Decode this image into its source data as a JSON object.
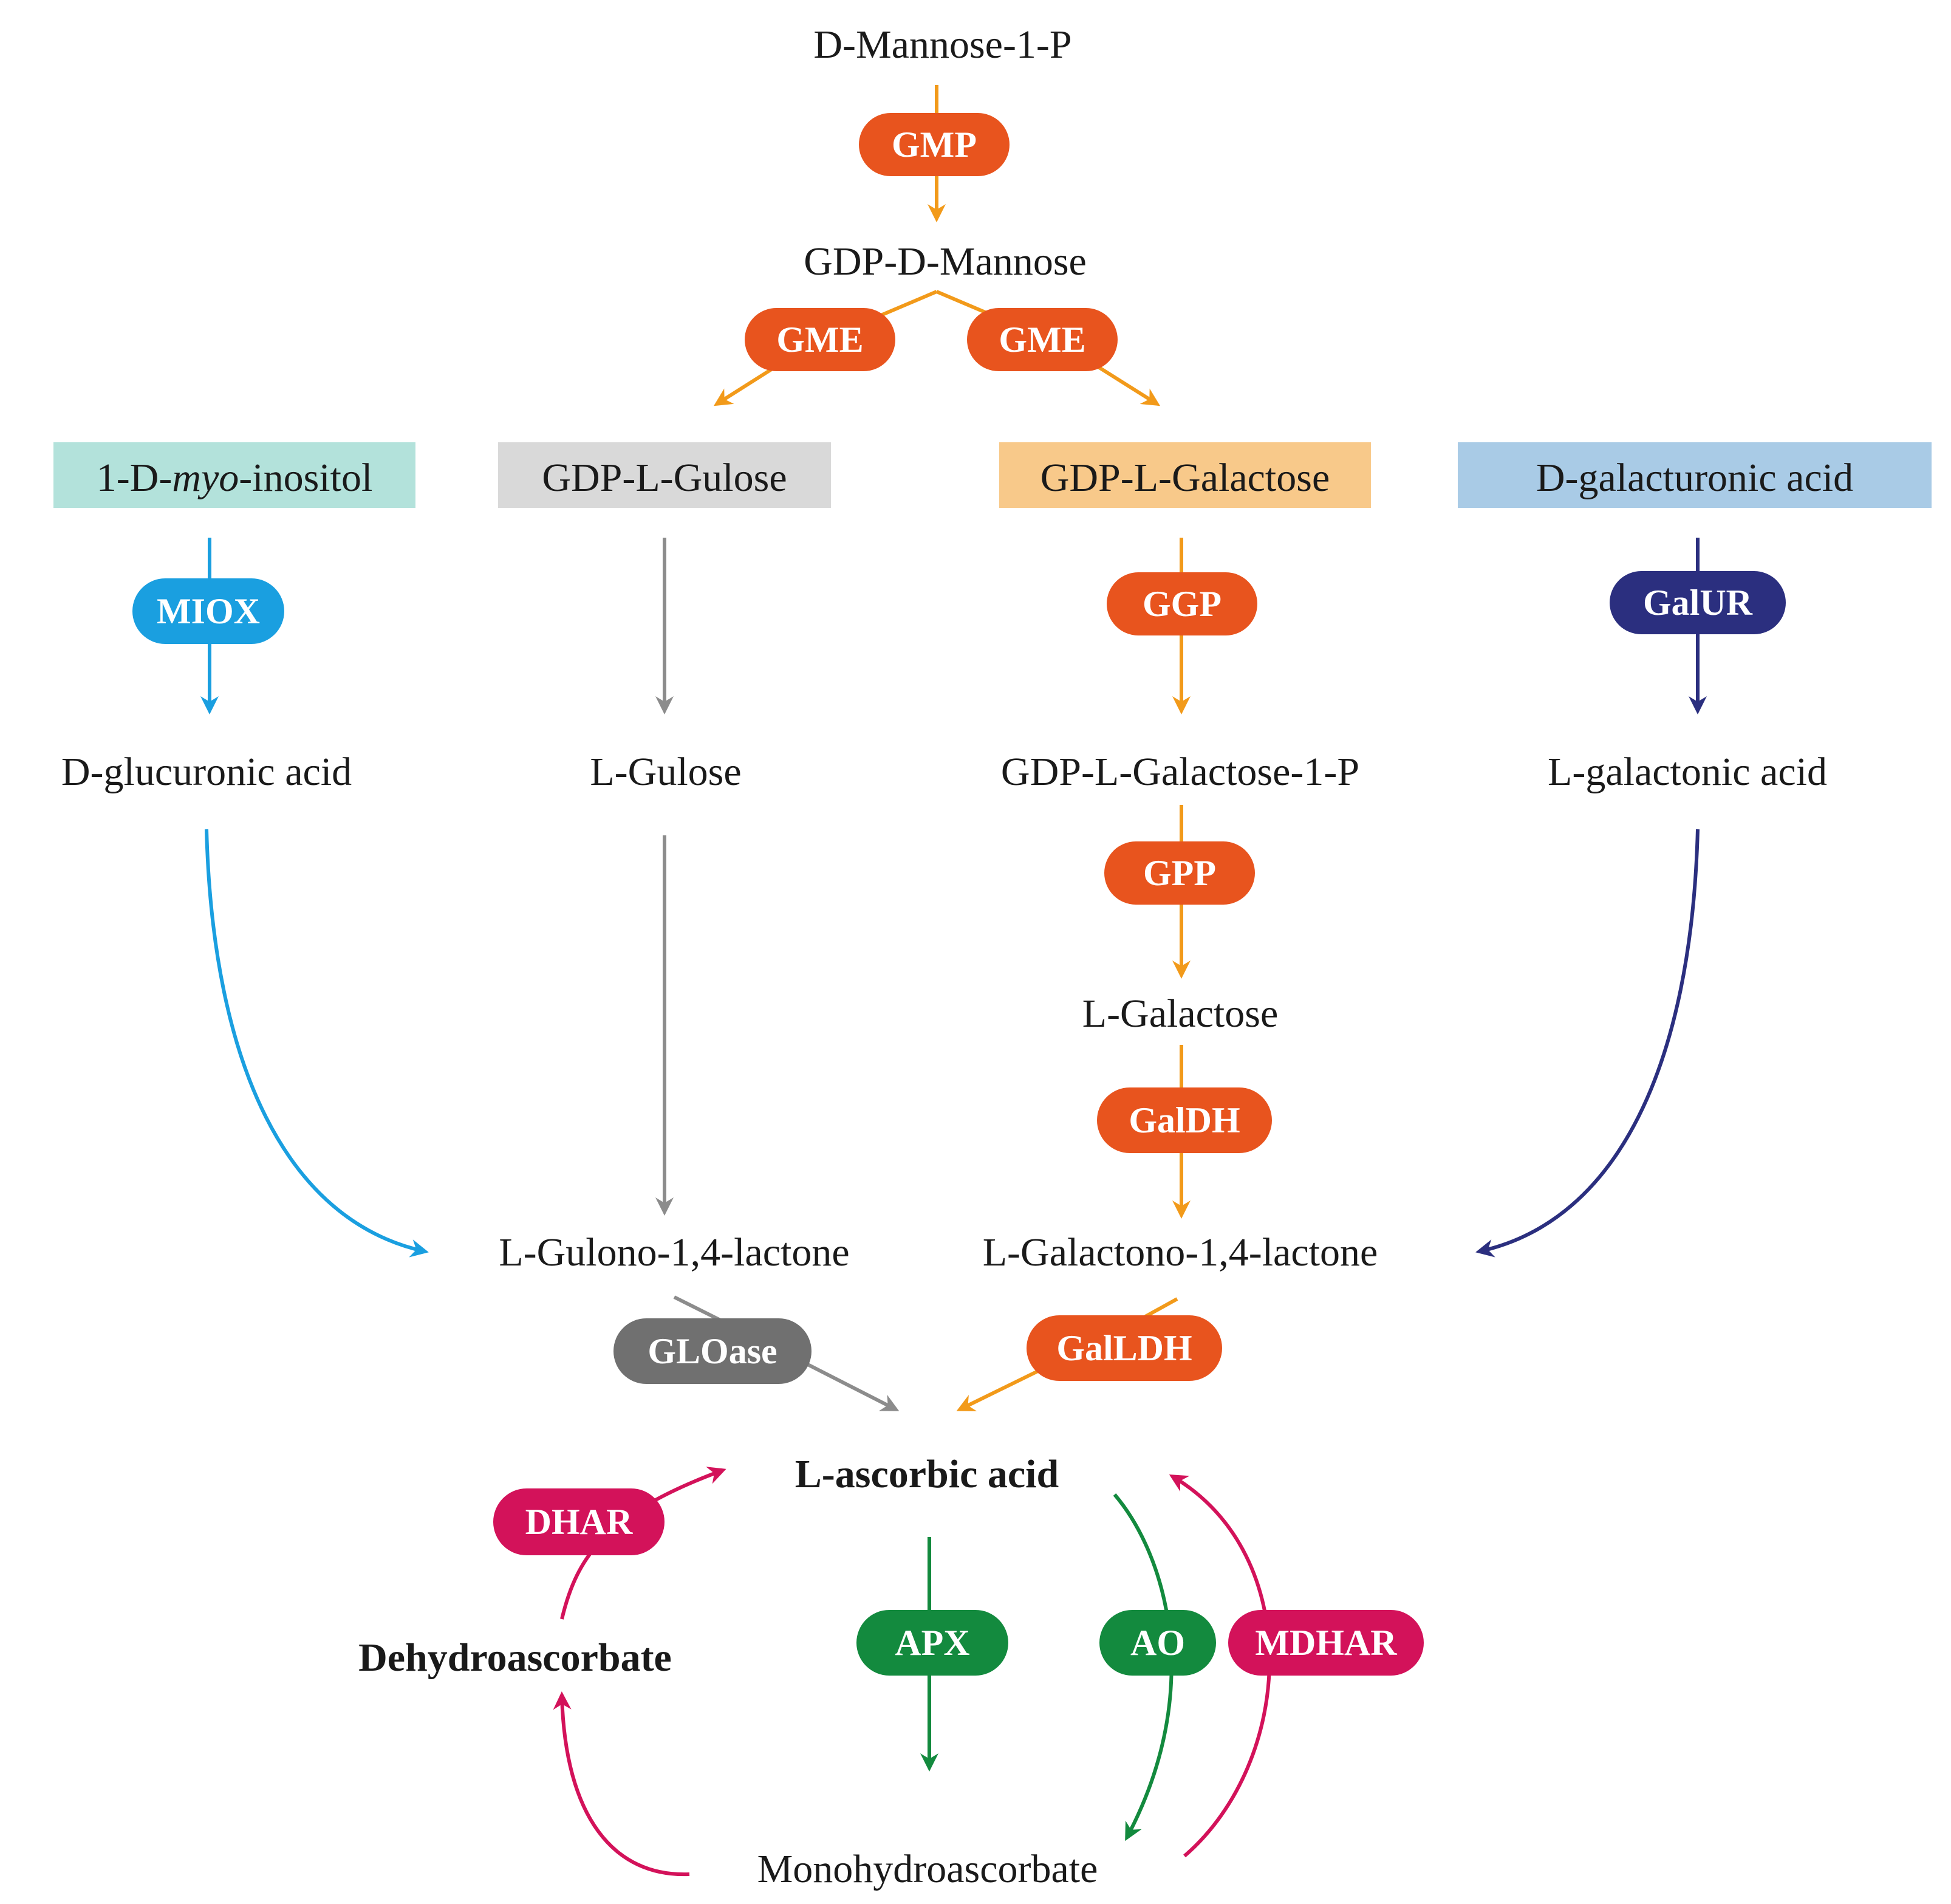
{
  "colors": {
    "orange_enzyme": "#e8541e",
    "orange_arrow": "#f29a1a",
    "gray_arrow": "#8c8c8c",
    "gray_enzyme": "#707070",
    "blue_light": "#1a9fe0",
    "navy": "#2b2f7f",
    "crimson": "#d3125a",
    "green": "#138a3e",
    "box_teal": "#b3e2db",
    "box_gray": "#d9d9d9",
    "box_peach": "#f8c98a",
    "box_blue": "#a9cbe6"
  },
  "metabolites": {
    "d_mannose_1_p": "D-Mannose-1-P",
    "gdp_d_mannose": "GDP-D-Mannose",
    "myo_inositol_prefix": "1-D-",
    "myo_inositol_italic": "myo",
    "myo_inositol_suffix": "-inositol",
    "gdp_l_gulose": "GDP-L-Gulose",
    "gdp_l_galactose": "GDP-L-Galactose",
    "d_galacturonic_acid": "D-galacturonic acid",
    "d_glucuronic_acid": "D-glucuronic acid",
    "l_gulose": "L-Gulose",
    "gdp_l_galactose_1_p": "GDP-L-Galactose-1-P",
    "l_galactonic_acid": "L-galactonic acid",
    "l_galactose": "L-Galactose",
    "l_gulono_lactone": "L-Gulono-1,4-lactone",
    "l_galactono_lactone": "L-Galactono-1,4-lactone",
    "l_ascorbic_acid": "L-ascorbic acid",
    "dehydroascorbate": "Dehydroascorbate",
    "monohydroascorbate": "Monohydroascorbate"
  },
  "enzymes": {
    "gmp": "GMP",
    "gme_left": "GME",
    "gme_right": "GME",
    "miox": "MIOX",
    "ggp": "GGP",
    "galur": "GalUR",
    "gpp": "GPP",
    "galdh": "GalDH",
    "gloase": "GLOase",
    "galldh": "GalLDH",
    "dhar": "DHAR",
    "apx": "APX",
    "ao": "AO",
    "mdhar": "MDHAR"
  }
}
